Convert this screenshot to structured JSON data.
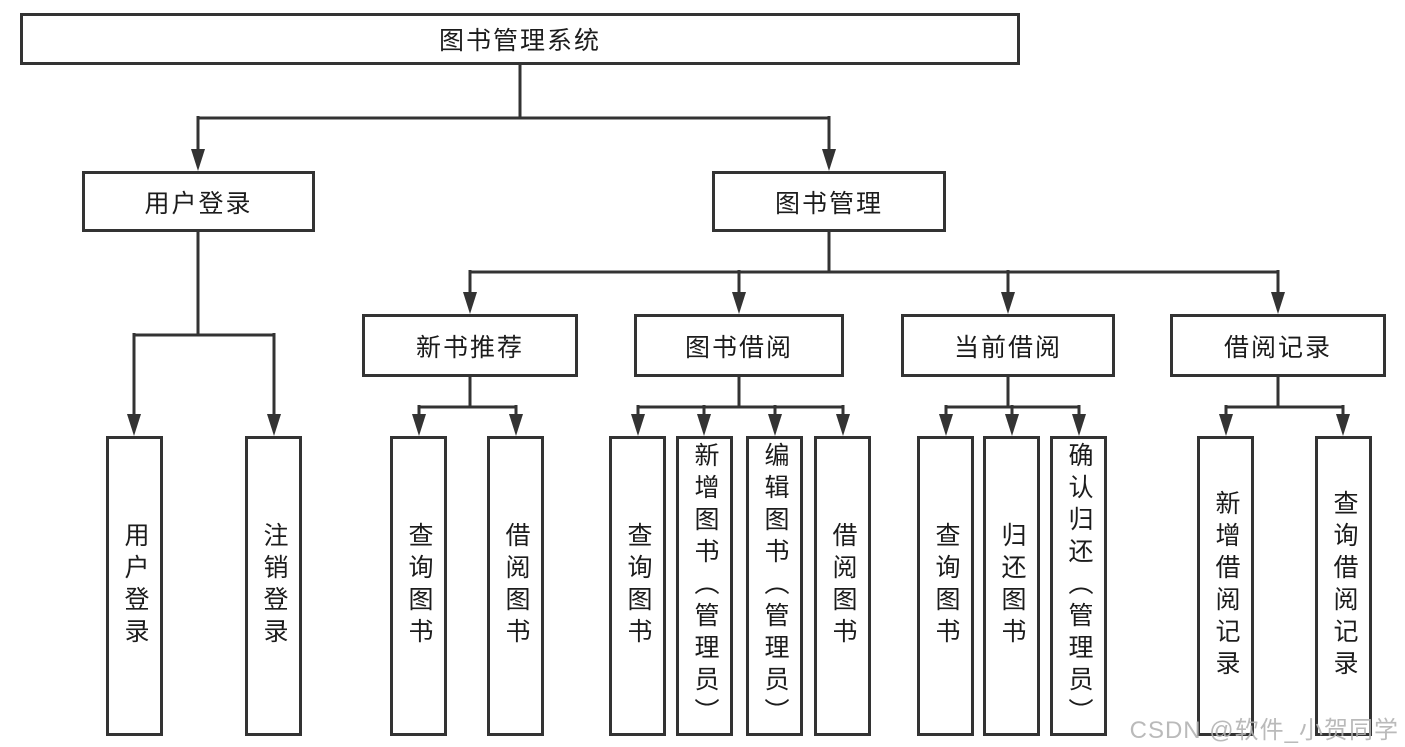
{
  "colors": {
    "line": "#333333",
    "box_border": "#333333",
    "box_fill": "#ffffff",
    "text": "#1c1c1c",
    "watermark": "#b2b2b2"
  },
  "tree": {
    "root": {
      "label": "图书管理系统"
    },
    "branches": [
      {
        "label": "用户登录",
        "children": [
          {
            "label": "用户登录"
          },
          {
            "label": "注销登录"
          }
        ]
      },
      {
        "label": "图书管理",
        "children": [
          {
            "label": "新书推荐",
            "children": [
              {
                "label": "查询图书"
              },
              {
                "label": "借阅图书"
              }
            ]
          },
          {
            "label": "图书借阅",
            "children": [
              {
                "label": "查询图书"
              },
              {
                "label": "新增图书（管理员）"
              },
              {
                "label": "编辑图书（管理员）"
              },
              {
                "label": "借阅图书"
              }
            ]
          },
          {
            "label": "当前借阅",
            "children": [
              {
                "label": "查询图书"
              },
              {
                "label": "归还图书"
              },
              {
                "label": "确认归还（管理员）"
              }
            ]
          },
          {
            "label": "借阅记录",
            "children": [
              {
                "label": "新增借阅记录"
              },
              {
                "label": "查询借阅记录"
              }
            ]
          }
        ]
      }
    ]
  },
  "watermark": "CSDN @软件_小贺同学"
}
